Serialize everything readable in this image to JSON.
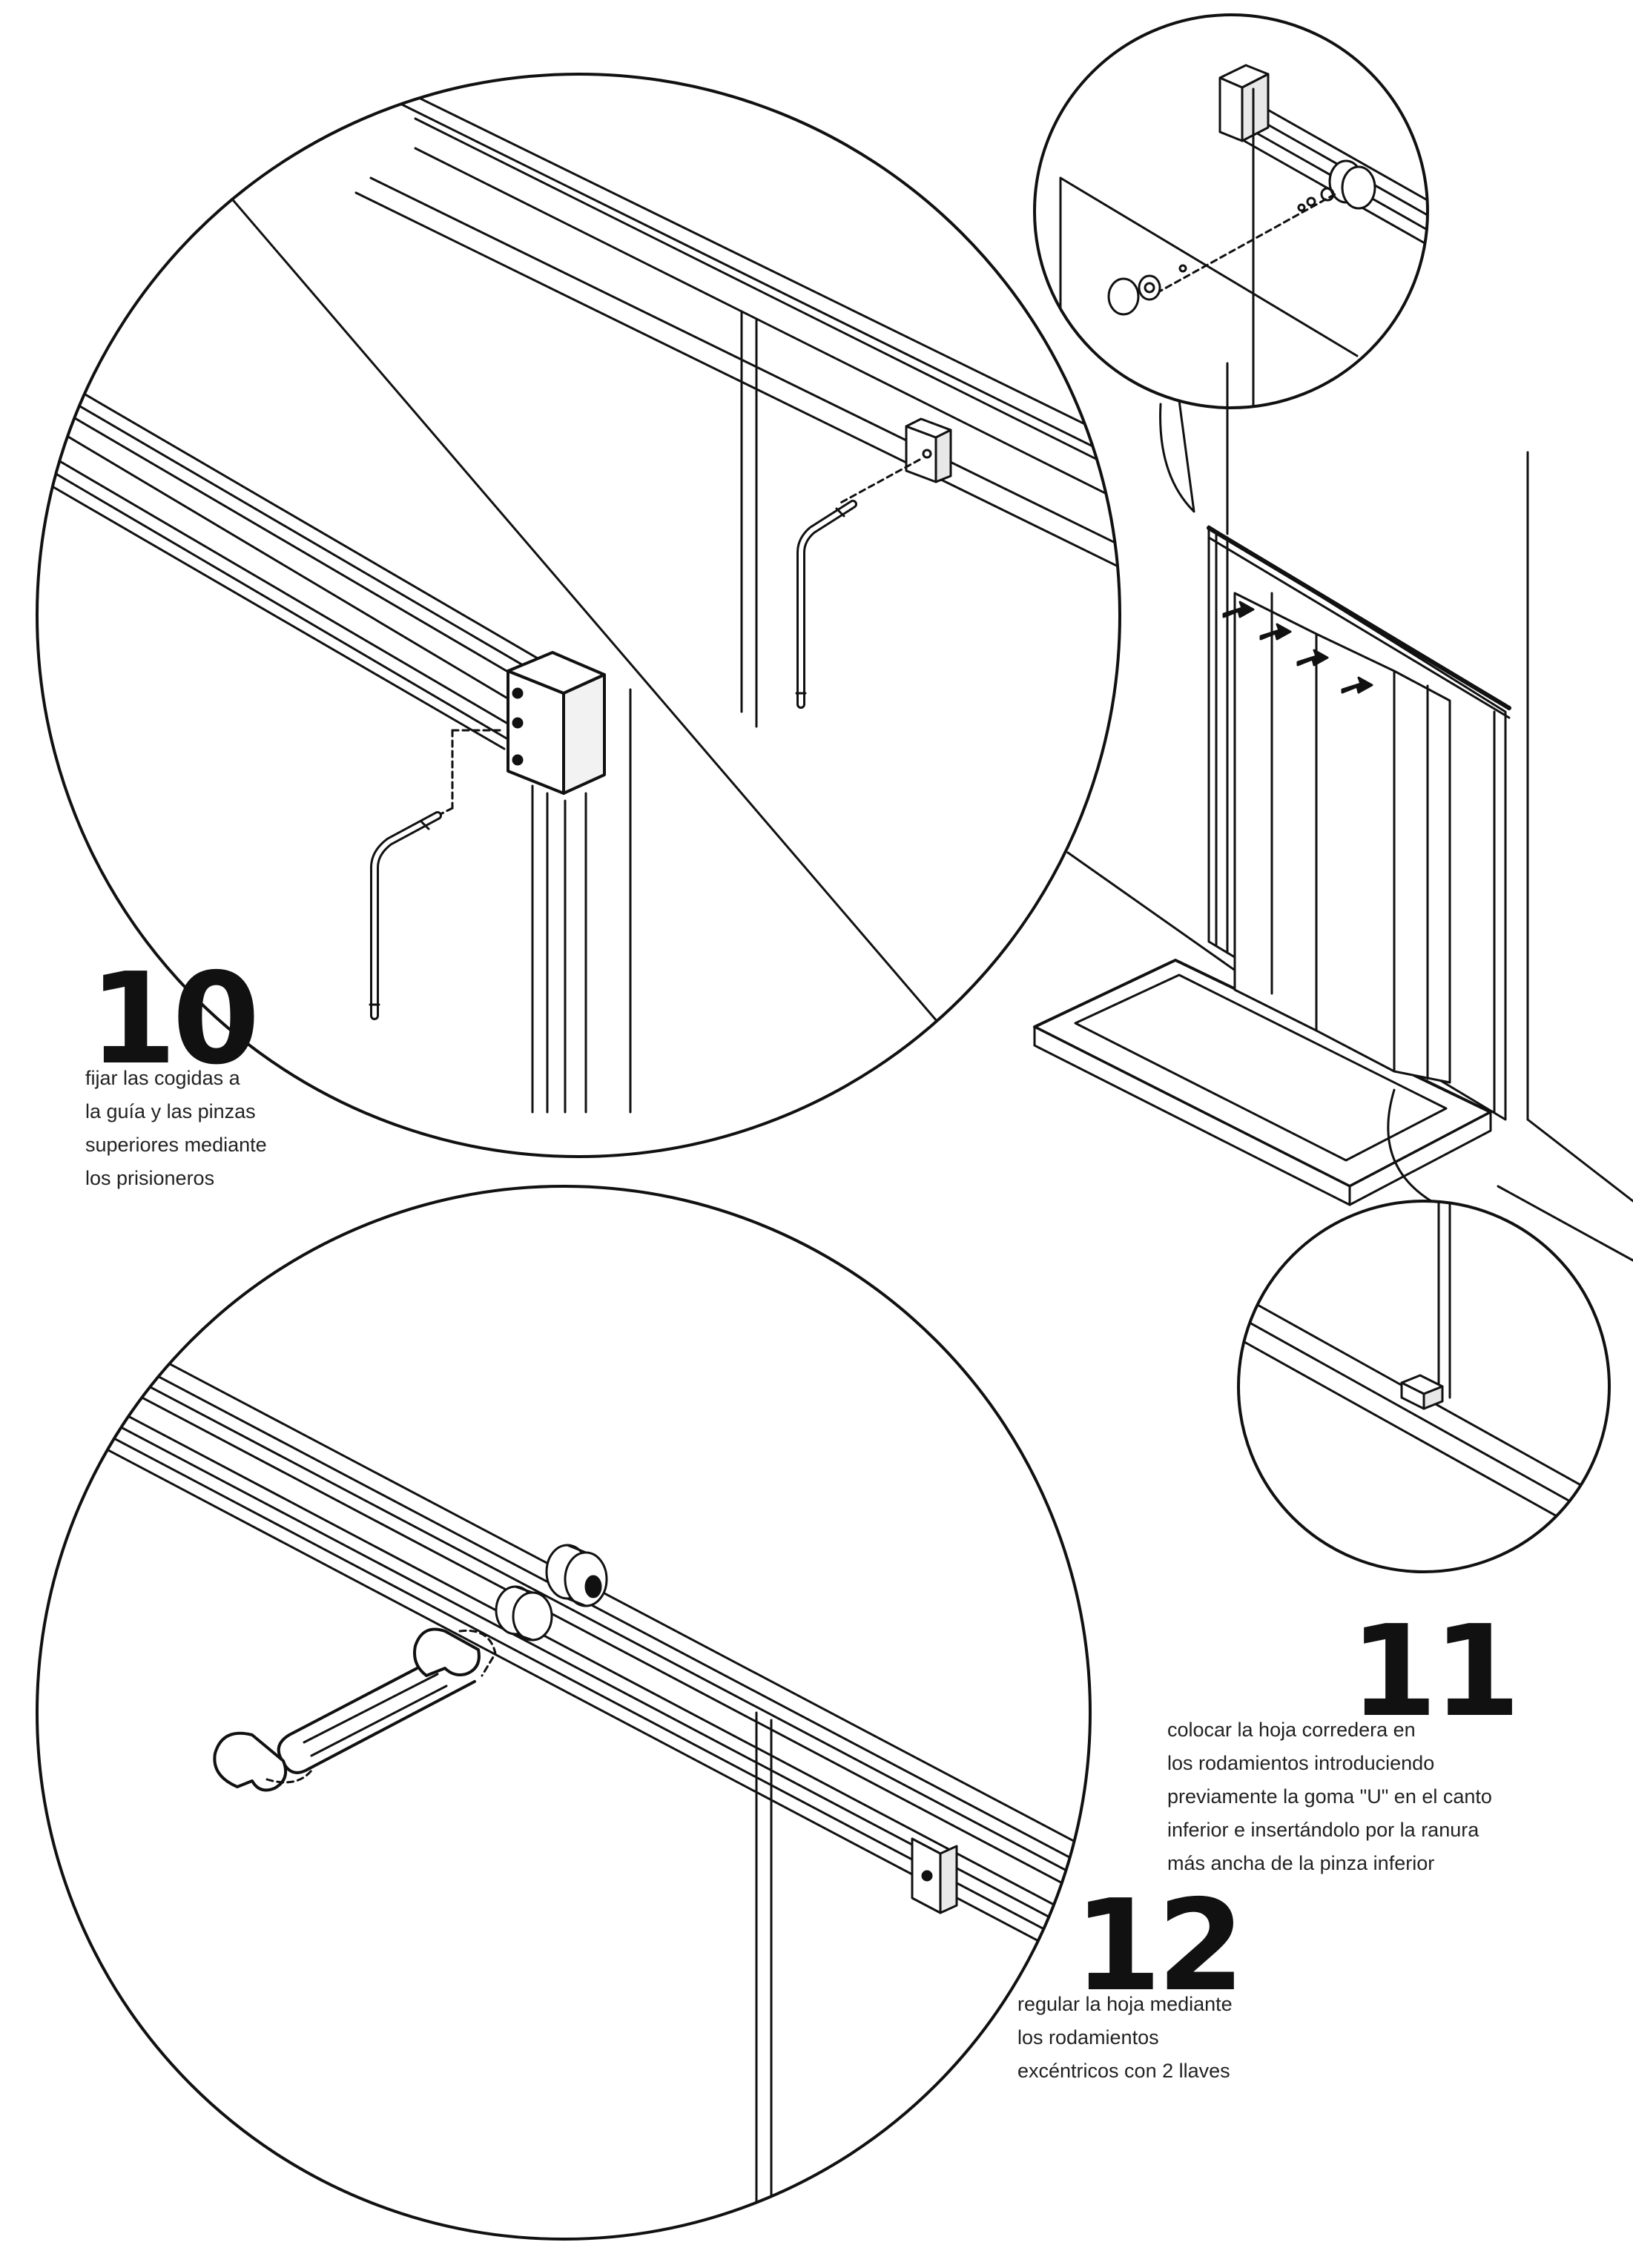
{
  "steps": [
    {
      "number": "10",
      "lines": [
        "fijar las cogidas a",
        "la guía y las pinzas",
        "superiores mediante",
        "los prisioneros"
      ]
    },
    {
      "number": "11",
      "lines": [
        "colocar la hoja corredera en",
        "los rodamientos introduciendo",
        "previamente la goma \"U\" en el canto",
        "inferior e insertándolo por la ranura",
        "más ancha de la pinza inferior"
      ]
    },
    {
      "number": "12",
      "lines": [
        "regular la hoja mediante",
        "los rodamientos",
        "excéntricos con 2 llaves"
      ]
    }
  ],
  "colors": {
    "ink": "#111111",
    "paper": "#ffffff"
  }
}
